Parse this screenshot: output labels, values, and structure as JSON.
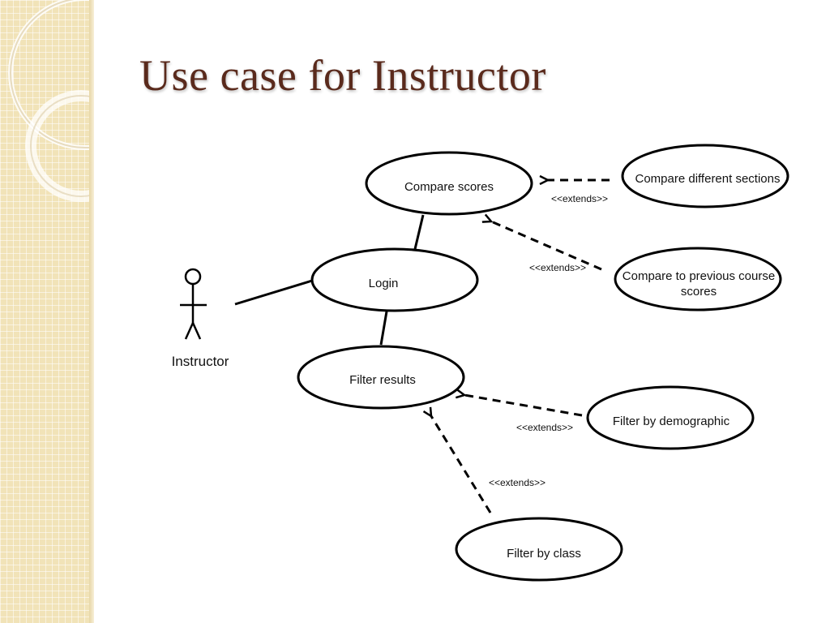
{
  "slide": {
    "title": "Use case for Instructor"
  },
  "actor": {
    "label": "Instructor"
  },
  "use_cases": {
    "compare_scores": "Compare scores",
    "login": "Login",
    "filter_results": "Filter results",
    "compare_sections": "Compare different sections",
    "compare_previous_line1": "Compare to previous course",
    "compare_previous_line2": "scores",
    "filter_demographic": "Filter by demographic",
    "filter_class": "Filter by class"
  },
  "relationships": {
    "extends_label": "<<extends>>"
  },
  "colors": {
    "title": "#5a2a1c",
    "sidebar": "#f1e3b8"
  }
}
